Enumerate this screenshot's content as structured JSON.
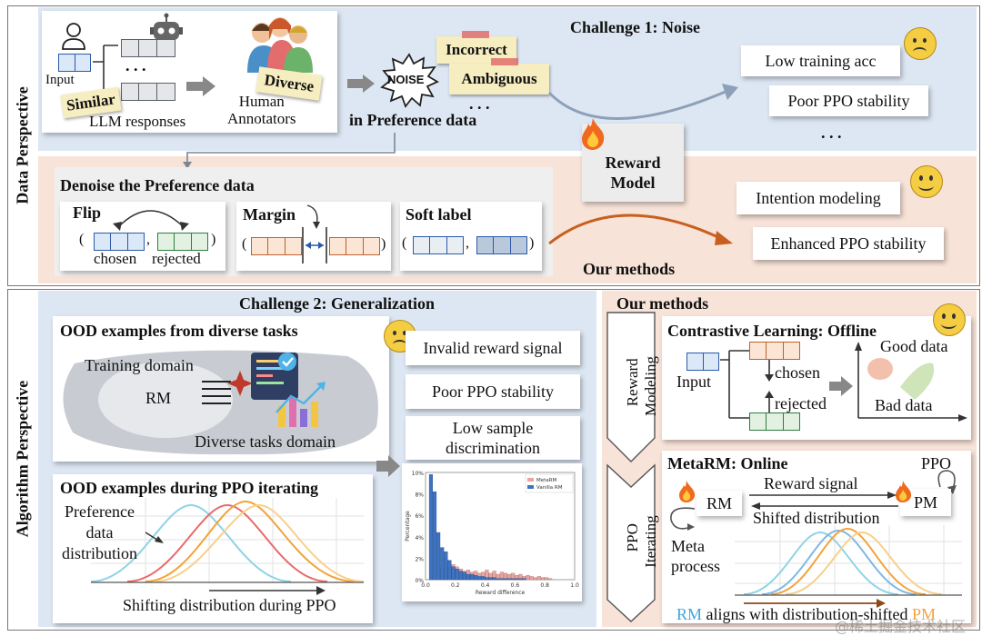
{
  "side_labels": {
    "data": "Data Perspective",
    "algorithm": "Algorithm Perspective"
  },
  "top": {
    "input": "Input",
    "ellipsis": ". . .",
    "similar": "Similar",
    "llm_responses": "LLM responses",
    "diverse": "Diverse",
    "human_annotators": "Human\nAnnotators",
    "noise": "NOISE",
    "incorrect": "Incorrect",
    "ambiguous": "Ambiguous",
    "dots": ". . .",
    "in_preference_data": "in Preference data",
    "challenge1": "Challenge 1: Noise",
    "low_training_acc": "Low training acc",
    "poor_ppo_stability": "Poor PPO stability",
    "more": ". . .",
    "reward_model": "Reward\nModel"
  },
  "denoise": {
    "title": "Denoise the Preference data",
    "flip": "Flip",
    "margin": "Margin",
    "soft_label": "Soft label",
    "chosen": "chosen",
    "rejected": "rejected",
    "our_methods": "Our methods",
    "intention_modeling": "Intention modeling",
    "enhanced_ppo": "Enhanced PPO stability"
  },
  "challenge2": {
    "title": "Challenge 2: Generalization",
    "ood_tasks": "OOD examples from diverse tasks",
    "training_domain": "Training domain",
    "rm": "RM",
    "diverse_domain": "Diverse tasks domain",
    "invalid_reward": "Invalid reward signal",
    "poor_ppo": "Poor PPO stability",
    "low_sample": "Low sample\ndiscrimination",
    "ood_ppo": "OOD examples during PPO iterating",
    "preference_dist": "Preference\ndata\ndistribution",
    "shifting": "Shifting distribution during PPO"
  },
  "histogram": {
    "legend": [
      "MetaRM",
      "Vanilla RM"
    ],
    "xlabel": "Reward difference",
    "ylabel": "Percentage",
    "yticks": [
      "10%",
      "8%",
      "6%",
      "4%",
      "2%",
      "0%"
    ],
    "xticks": [
      "0.0",
      "0.2",
      "0.4",
      "0.6",
      "0.8",
      "1.0"
    ],
    "colors": {
      "metarm": "#e8a6a2",
      "vanilla": "#3e73c2"
    }
  },
  "our_methods2": {
    "title": "Our methods",
    "reward_modeling": "Reward\nModeling",
    "ppo_iterating": "PPO\nIterating",
    "contrastive": "Contrastive Learning: Offline",
    "input": "Input",
    "chosen": "chosen",
    "rejected": "rejected",
    "good_data": "Good data",
    "bad_data": "Bad data",
    "metarm": "MetaRM: Online",
    "ppo": "PPO",
    "rm": "RM",
    "pm": "PM",
    "reward_signal": "Reward signal",
    "shifted": "Shifted distribution",
    "meta_process": "Meta\nprocess",
    "caption_rm": "RM",
    "caption_mid": " aligns with distribution-shifted ",
    "caption_pm": "PM",
    "watermark": "@稀土掘金技术社区"
  }
}
